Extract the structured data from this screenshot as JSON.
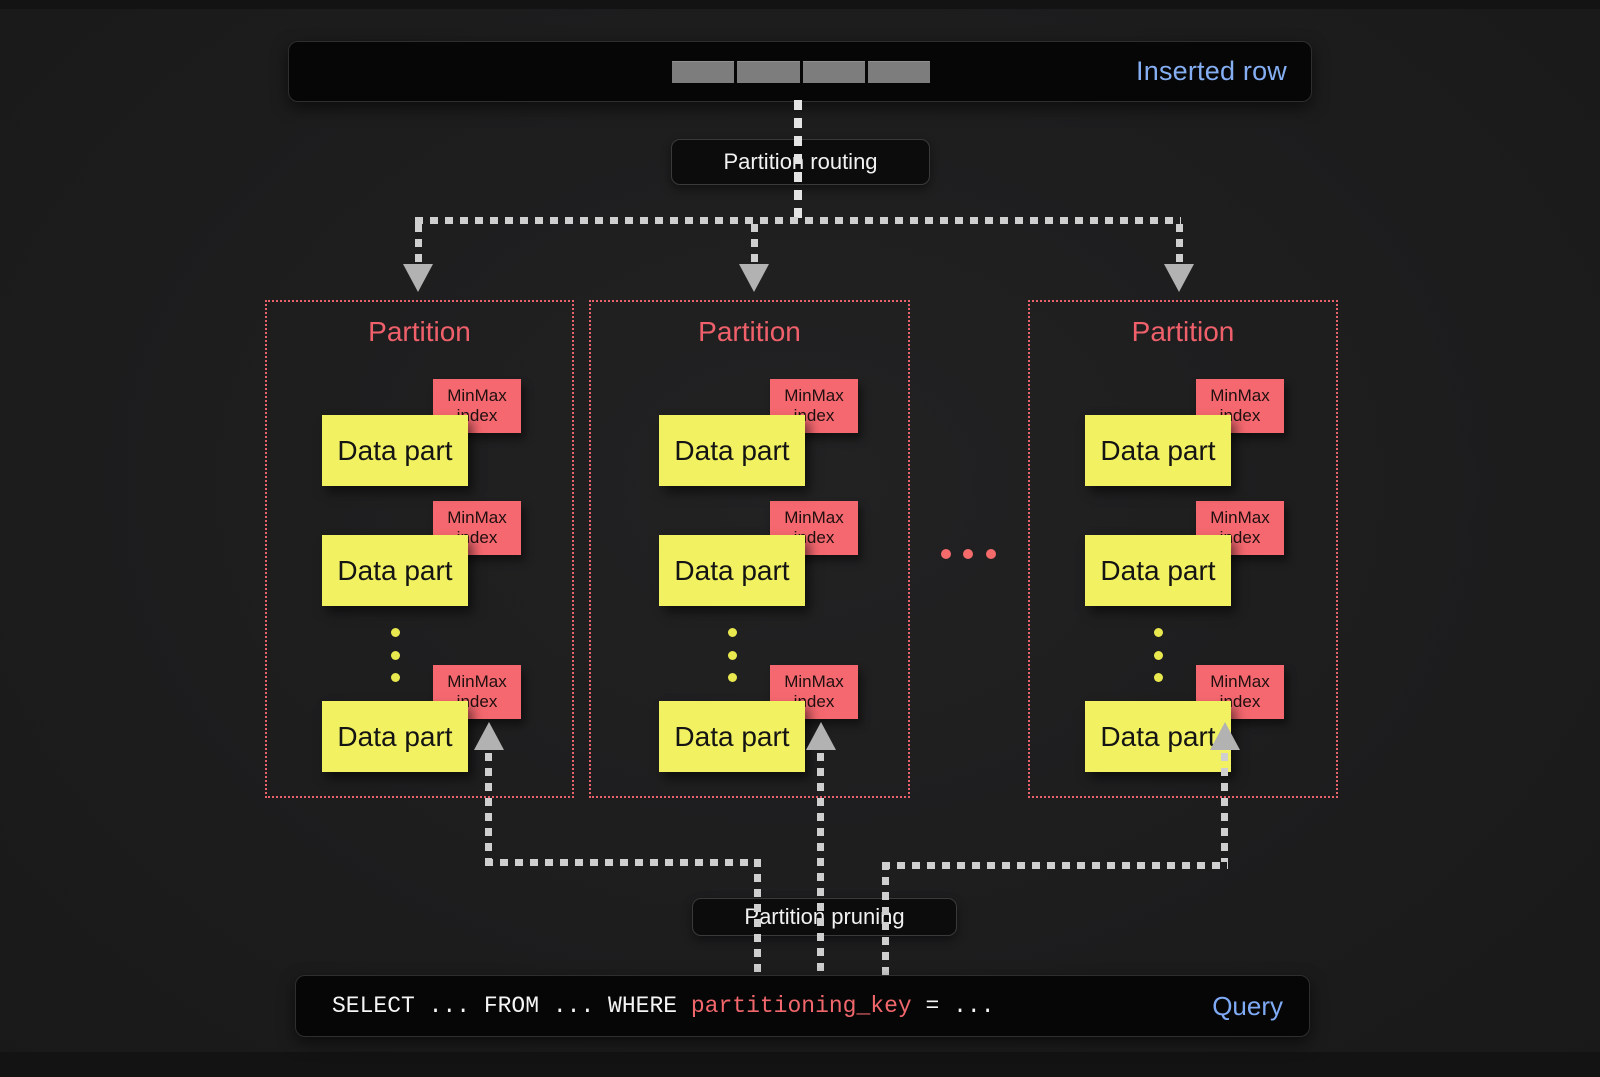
{
  "inserted_row": {
    "label": "Inserted row",
    "segment_count": 4
  },
  "labels": {
    "routing": "Partition routing",
    "pruning": "Partition pruning"
  },
  "partitions": [
    {
      "title": "Partition",
      "parts": [
        {
          "label": "Data part",
          "index_label": "MinMax index"
        },
        {
          "label": "Data part",
          "index_label": "MinMax index"
        },
        {
          "label": "Data part",
          "index_label": "MinMax index"
        }
      ]
    },
    {
      "title": "Partition",
      "parts": [
        {
          "label": "Data part",
          "index_label": "MinMax index"
        },
        {
          "label": "Data part",
          "index_label": "MinMax index"
        },
        {
          "label": "Data part",
          "index_label": "MinMax index"
        }
      ]
    },
    {
      "title": "Partition",
      "parts": [
        {
          "label": "Data part",
          "index_label": "MinMax index"
        },
        {
          "label": "Data part",
          "index_label": "MinMax index"
        },
        {
          "label": "Data part",
          "index_label": "MinMax index"
        }
      ]
    }
  ],
  "query": {
    "sql_prefix": "SELECT ... FROM ... WHERE ",
    "sql_key": "partitioning_key",
    "sql_suffix": " = ...",
    "label": "Query"
  },
  "colors": {
    "background": "#1d1d1e",
    "accent_blue": "#85aef2",
    "partition_red": "#ef606b",
    "minmax_red": "#f5686f",
    "data_part_yellow": "#f2f161",
    "sql_key_red": "#f2676c",
    "row_bar_gray": "#7d7d7d",
    "dash_gray": "#cfcfcf"
  }
}
